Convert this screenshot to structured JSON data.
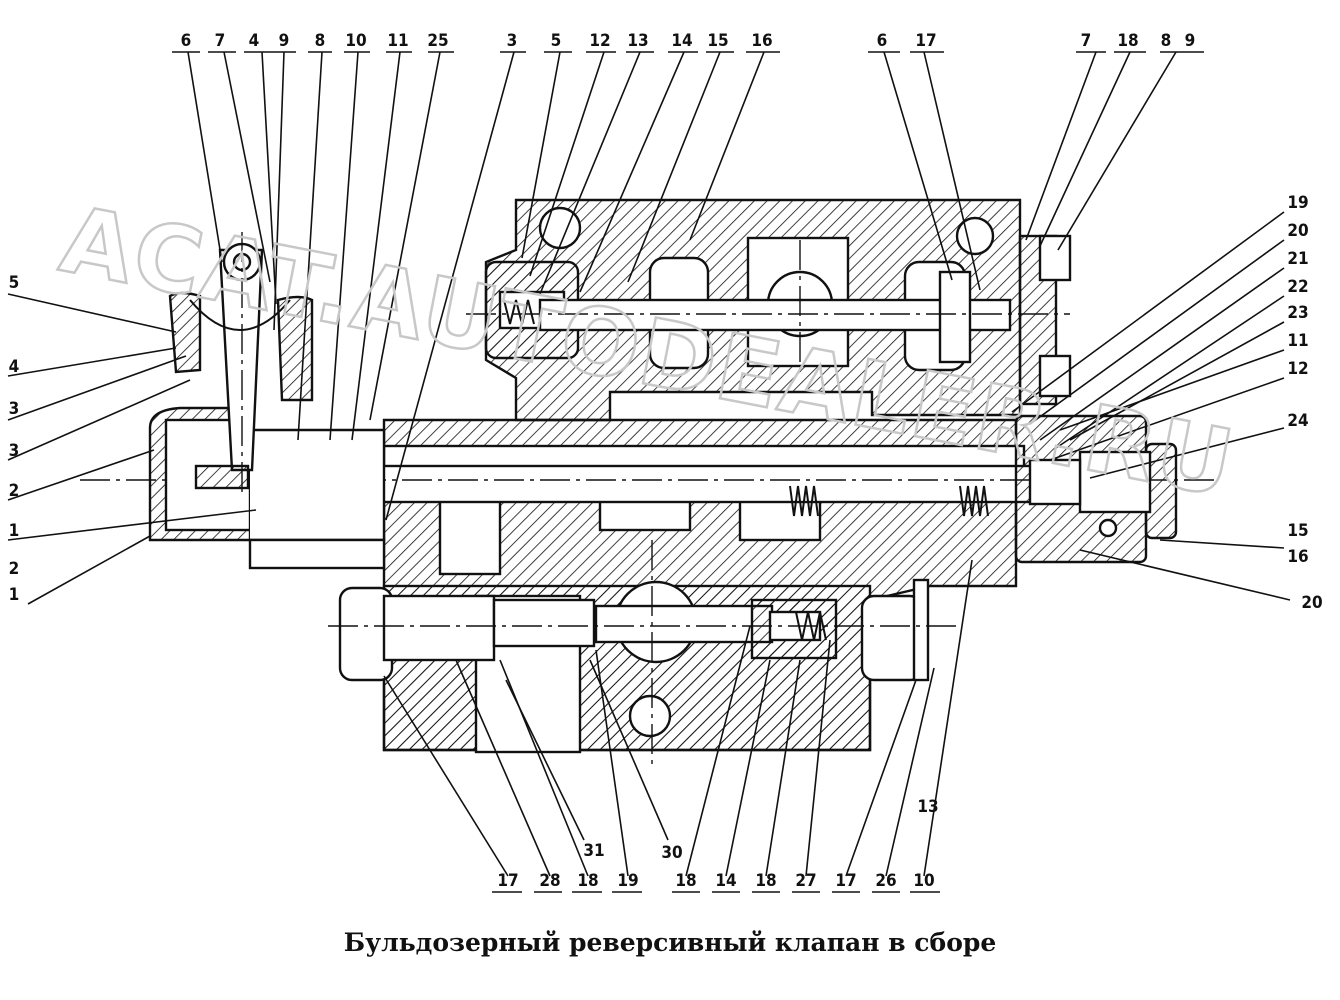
{
  "caption": "Бульдозерный реверсивный клапан в сборе",
  "watermark": "ACAT.AUTODEALER.RU",
  "colors": {
    "ink": "#111111",
    "watermark": "#c8c8c8",
    "background": "#ffffff"
  },
  "callouts_top_left": [
    "6",
    "7",
    "4",
    "9",
    "8",
    "10",
    "11",
    "25",
    "3",
    "5",
    "12",
    "13",
    "14",
    "15",
    "16"
  ],
  "callouts_top_right": [
    "6",
    "17",
    "7",
    "18",
    "8",
    "9"
  ],
  "callouts_left": [
    "5",
    "4",
    "3",
    "3",
    "2",
    "1",
    "2",
    "1"
  ],
  "callouts_right": [
    "19",
    "20",
    "21",
    "22",
    "23",
    "11",
    "12",
    "24",
    "15",
    "16",
    "20"
  ],
  "callouts_bottom": [
    "17",
    "28",
    "18",
    "19",
    "18",
    "14",
    "18",
    "27",
    "17",
    "26",
    "10"
  ],
  "callouts_middle": [
    "31",
    "30",
    "13"
  ]
}
